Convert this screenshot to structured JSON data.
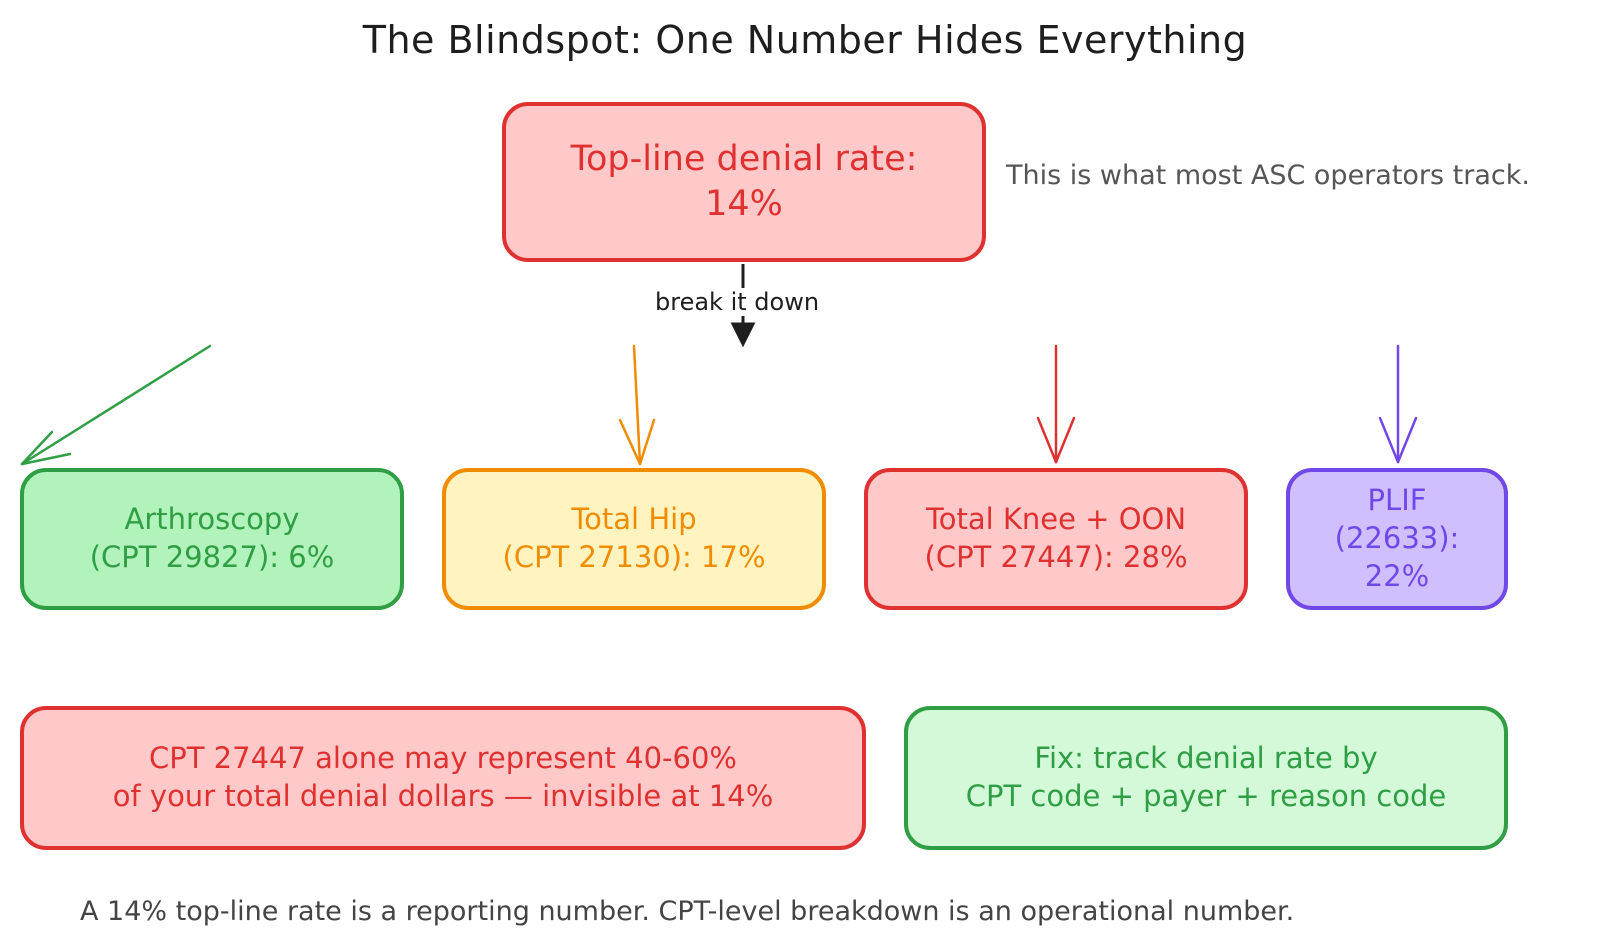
{
  "title": "The Blindspot: One Number Hides Everything",
  "topline": {
    "line1": "Top-line denial rate:",
    "line2": "14%",
    "note": "This is what most ASC operators track."
  },
  "connector_label": "break it down",
  "segments": [
    {
      "line1": "Arthroscopy",
      "line2": "(CPT 29827): 6%",
      "color": "#2f9e44"
    },
    {
      "line1": "Total Hip",
      "line2": "(CPT 27130): 17%",
      "color": "#f08c00"
    },
    {
      "line1": "Total Knee + OON",
      "line2": "(CPT 27447): 28%",
      "color": "#e03131"
    },
    {
      "line1": "PLIF",
      "line2": "(22633):",
      "line3": "22%",
      "color": "#7048e8"
    }
  ],
  "insight": {
    "line1": "CPT 27447 alone may represent 40-60%",
    "line2": "of your total denial dollars — invisible at 14%"
  },
  "fix": {
    "line1": "Fix: track denial rate by",
    "line2": "CPT code + payer + reason code"
  },
  "footer": "A 14% top-line rate is a reporting number. CPT-level breakdown is an operational number.",
  "colors": {
    "red": "#e03131",
    "red_fill": "#ffc9c9",
    "green": "#2f9e44",
    "green_fill": "#b2f2bb",
    "yellow": "#f08c00",
    "yellow_fill": "#fff3bf",
    "purple": "#7048e8",
    "purple_fill": "#d0bfff",
    "light_green_fill": "#d3f9d8"
  }
}
